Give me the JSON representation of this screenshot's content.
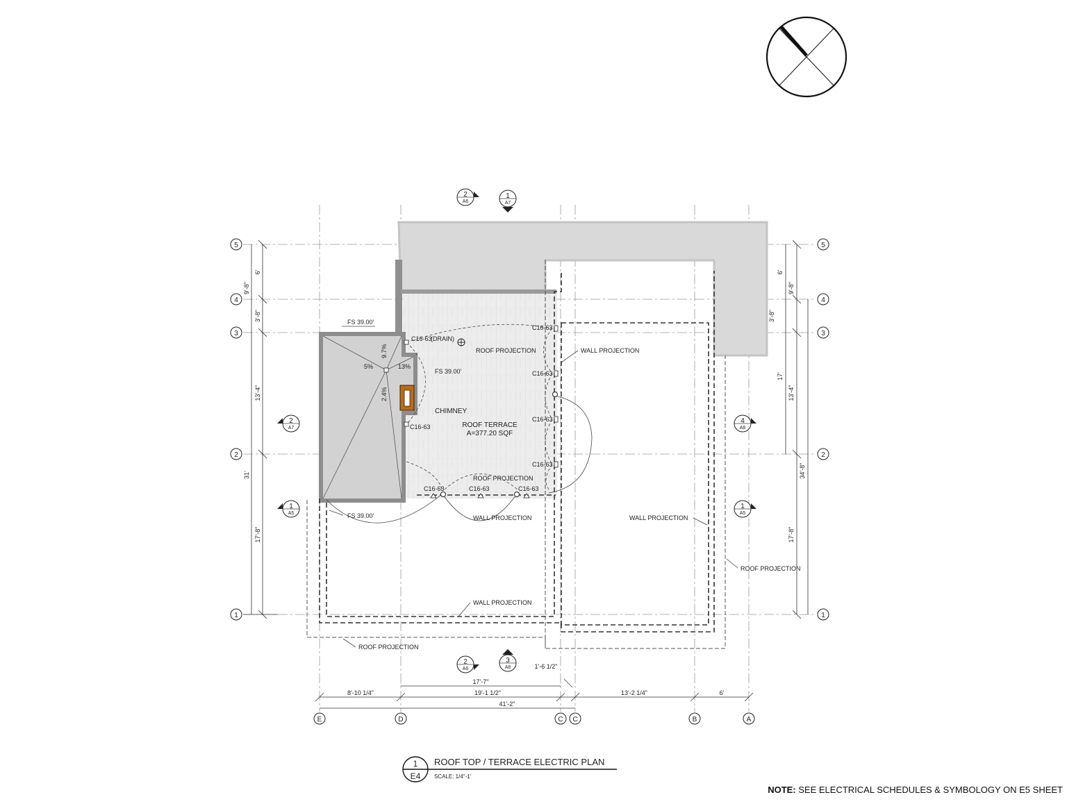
{
  "title_block": {
    "detail_number": "1",
    "sheet": "E4",
    "title": "ROOF TOP / TERRACE ELECTRIC PLAN",
    "scale": "SCALE: 1/4\"-1'"
  },
  "note": {
    "label": "NOTE:",
    "text": "SEE ELECTRICAL SCHEDULES & SYMBOLOGY ON E5 SHEET"
  },
  "grid_rows": [
    "5",
    "4",
    "3",
    "2",
    "1"
  ],
  "grid_cols": [
    "E",
    "D",
    "C",
    "C",
    "B",
    "A"
  ],
  "room": {
    "name": "ROOF TERRACE",
    "area": "A=377.20 SQF"
  },
  "labels": {
    "chimney": "CHIMNEY",
    "roof_projection": "ROOF PROJECTION",
    "wall_projection": "WALL PROJECTION",
    "drain": "(DRAIN)",
    "circuit": "C16-63",
    "fs": "FS 39.00'",
    "slope_5": "5%",
    "slope_97": "9.7%",
    "slope_13": "13%",
    "slope_24": "2.4%"
  },
  "section_tags": {
    "top_a": {
      "num": "2",
      "sheet": "A6"
    },
    "top_b": {
      "num": "1",
      "sheet": "A7"
    },
    "left_a": {
      "num": "2",
      "sheet": "A7"
    },
    "left_b": {
      "num": "1",
      "sheet": "A5"
    },
    "right_a": {
      "num": "4",
      "sheet": "A8"
    },
    "right_b": {
      "num": "1",
      "sheet": "A5"
    },
    "bottom_a": {
      "num": "2",
      "sheet": "A6"
    },
    "bottom_b": {
      "num": "3",
      "sheet": "A8"
    }
  },
  "dimensions": {
    "left": [
      "6'",
      "9'-8\"",
      "3'-8\"",
      "13'-4\"",
      "31'",
      "17'-8\""
    ],
    "right": [
      "6'",
      "9'-8\"",
      "3'-8\"",
      "17'",
      "13'-4\"",
      "34'-8\"",
      "17'-8\""
    ],
    "bottom": [
      "17'-7\"",
      "8'-10 1/4\"",
      "19'-1 1/2\"",
      "41'-2\"",
      "1'-6 1/2\"",
      "13'-2 1/4\"",
      "6'"
    ]
  },
  "colors": {
    "roof_fill": "#d6d6d6",
    "terrace_fill": "#e9e9e9",
    "chimney": "#c06a10"
  },
  "icons": [
    "north-arrow-icon"
  ]
}
